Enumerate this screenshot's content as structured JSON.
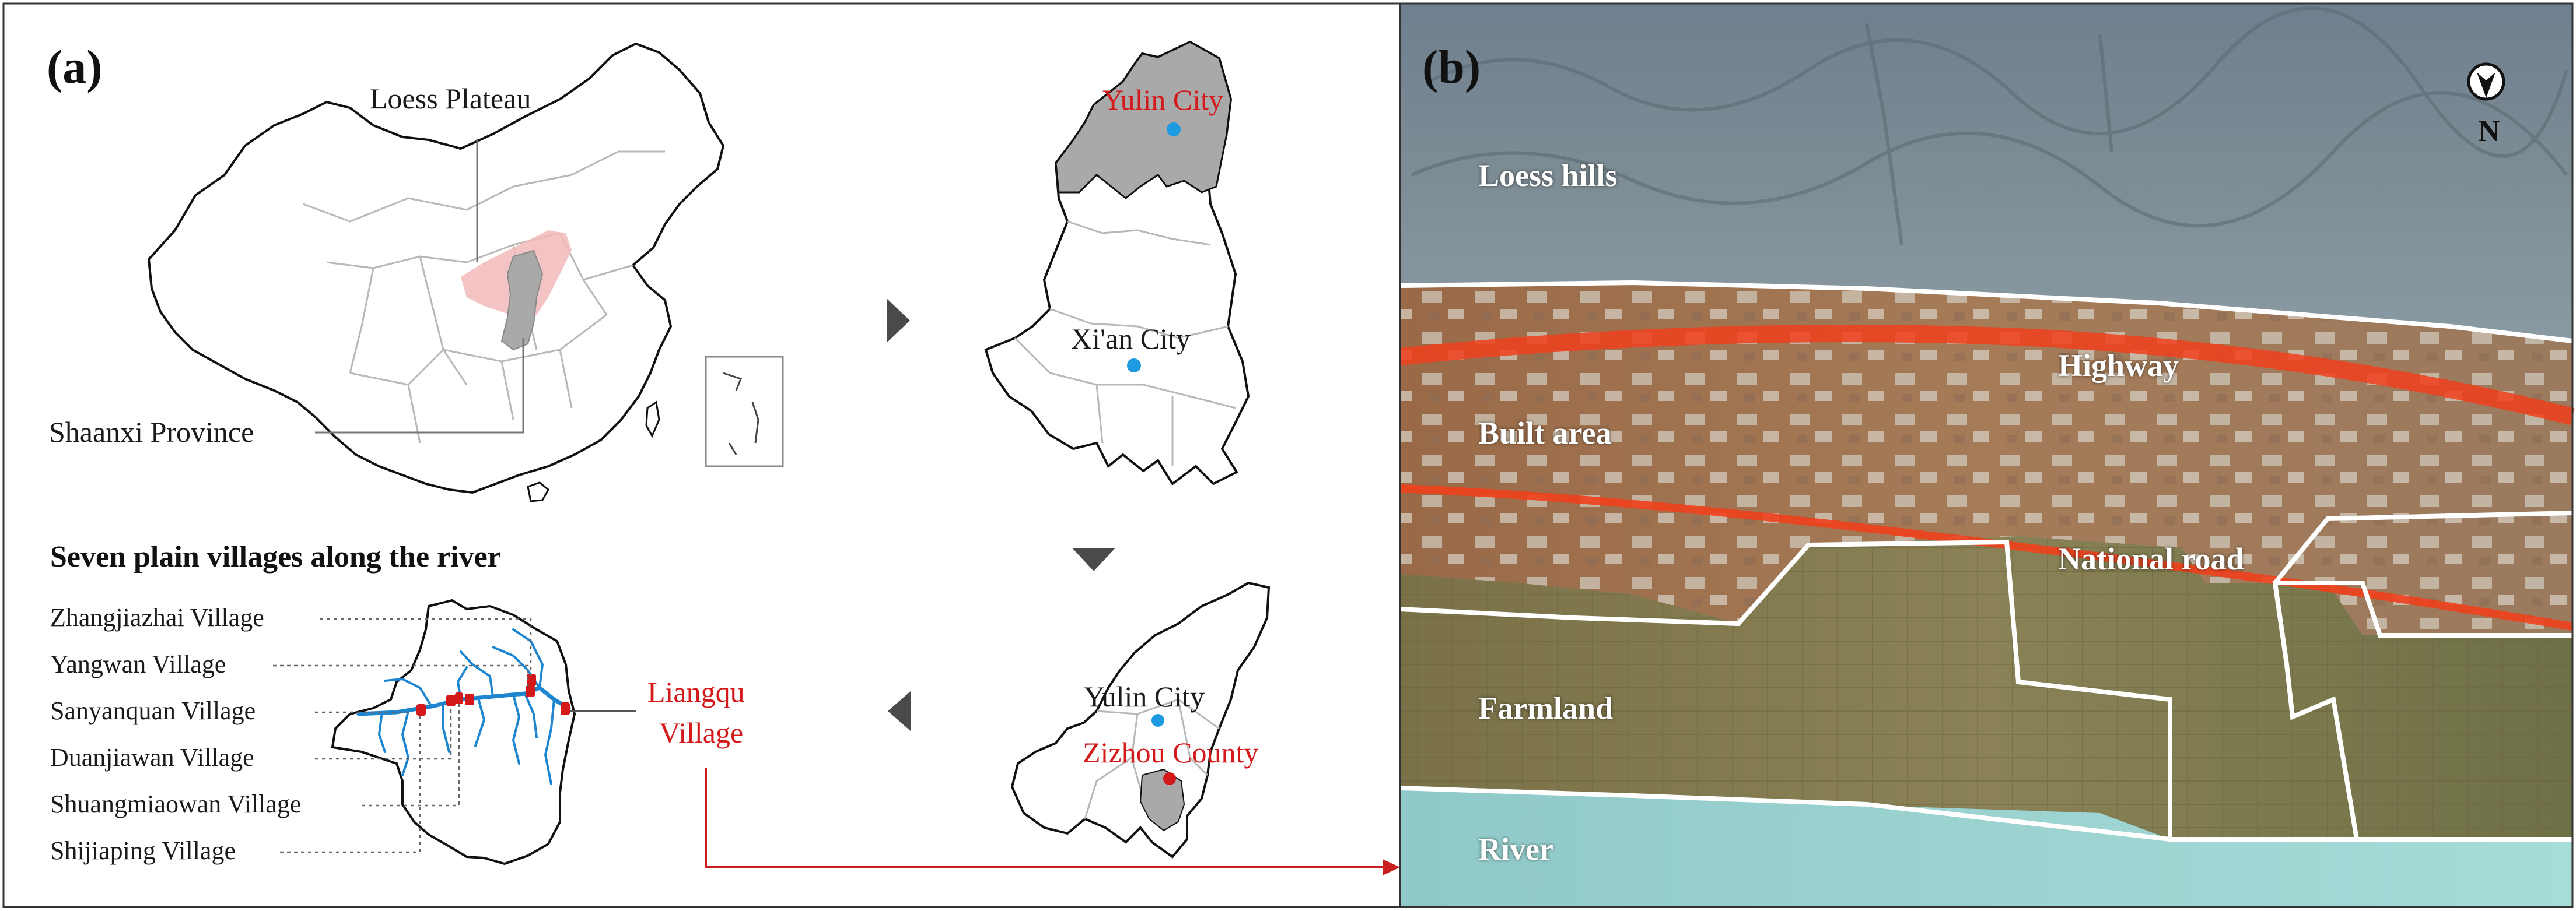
{
  "panels": {
    "a": {
      "label": "(a)"
    },
    "b": {
      "label": "(b)"
    }
  },
  "china_map": {
    "loess_plateau_label": "Loess Plateau",
    "shaanxi_label": "Shaanxi Province",
    "loess_color": "#f2b8b8",
    "shaanxi_color": "#a9a9a9"
  },
  "shaanxi_map": {
    "yulin_city": "Yulin City",
    "xian_city": "Xi'an City",
    "city_dot_color": "#1e9ae0",
    "highlight_color": "#a9a9a9"
  },
  "yulin_map": {
    "yulin_city": "Yulin City",
    "zizhou_county": "Zizhou County"
  },
  "villages": {
    "title": "Seven plain villages along the river",
    "names": [
      "Zhangjiazhai Village",
      "Yangwan Village",
      "Sanyanquan Village",
      "Duanjiawan Village",
      "Shuangmiaowan Village",
      "Shijiaping Village"
    ],
    "highlight_line1": "Liangqu",
    "highlight_line2": "Village",
    "river_color": "#1e86d0",
    "marker_color": "#d4191b"
  },
  "aerial": {
    "north": "N",
    "zones": {
      "loess_hills": "Loess hills",
      "built_area": "Built area",
      "farmland": "Farmland",
      "river": "River"
    },
    "roads": {
      "highway": "Highway",
      "national_road": "National road"
    },
    "road_color": "#f0401c",
    "boundary_color": "#ffffff"
  }
}
